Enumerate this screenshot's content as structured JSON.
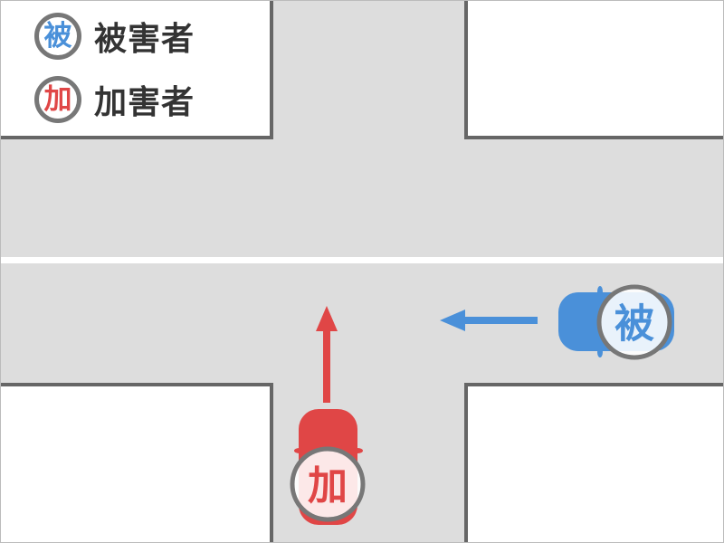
{
  "legend": {
    "victim": {
      "badge": "被",
      "label": "被害者",
      "color": "#4a90d9"
    },
    "offender": {
      "badge": "加",
      "label": "加害者",
      "color": "#e04646"
    }
  },
  "vehicles": {
    "victim": {
      "badge": "被",
      "color": "#4a90d9",
      "direction": "left"
    },
    "offender": {
      "badge": "加",
      "color": "#e04646",
      "direction": "up"
    }
  },
  "colors": {
    "road": "#dddddd",
    "curb": "#666666",
    "center_line": "#ffffff",
    "badge_border": "#777777"
  }
}
